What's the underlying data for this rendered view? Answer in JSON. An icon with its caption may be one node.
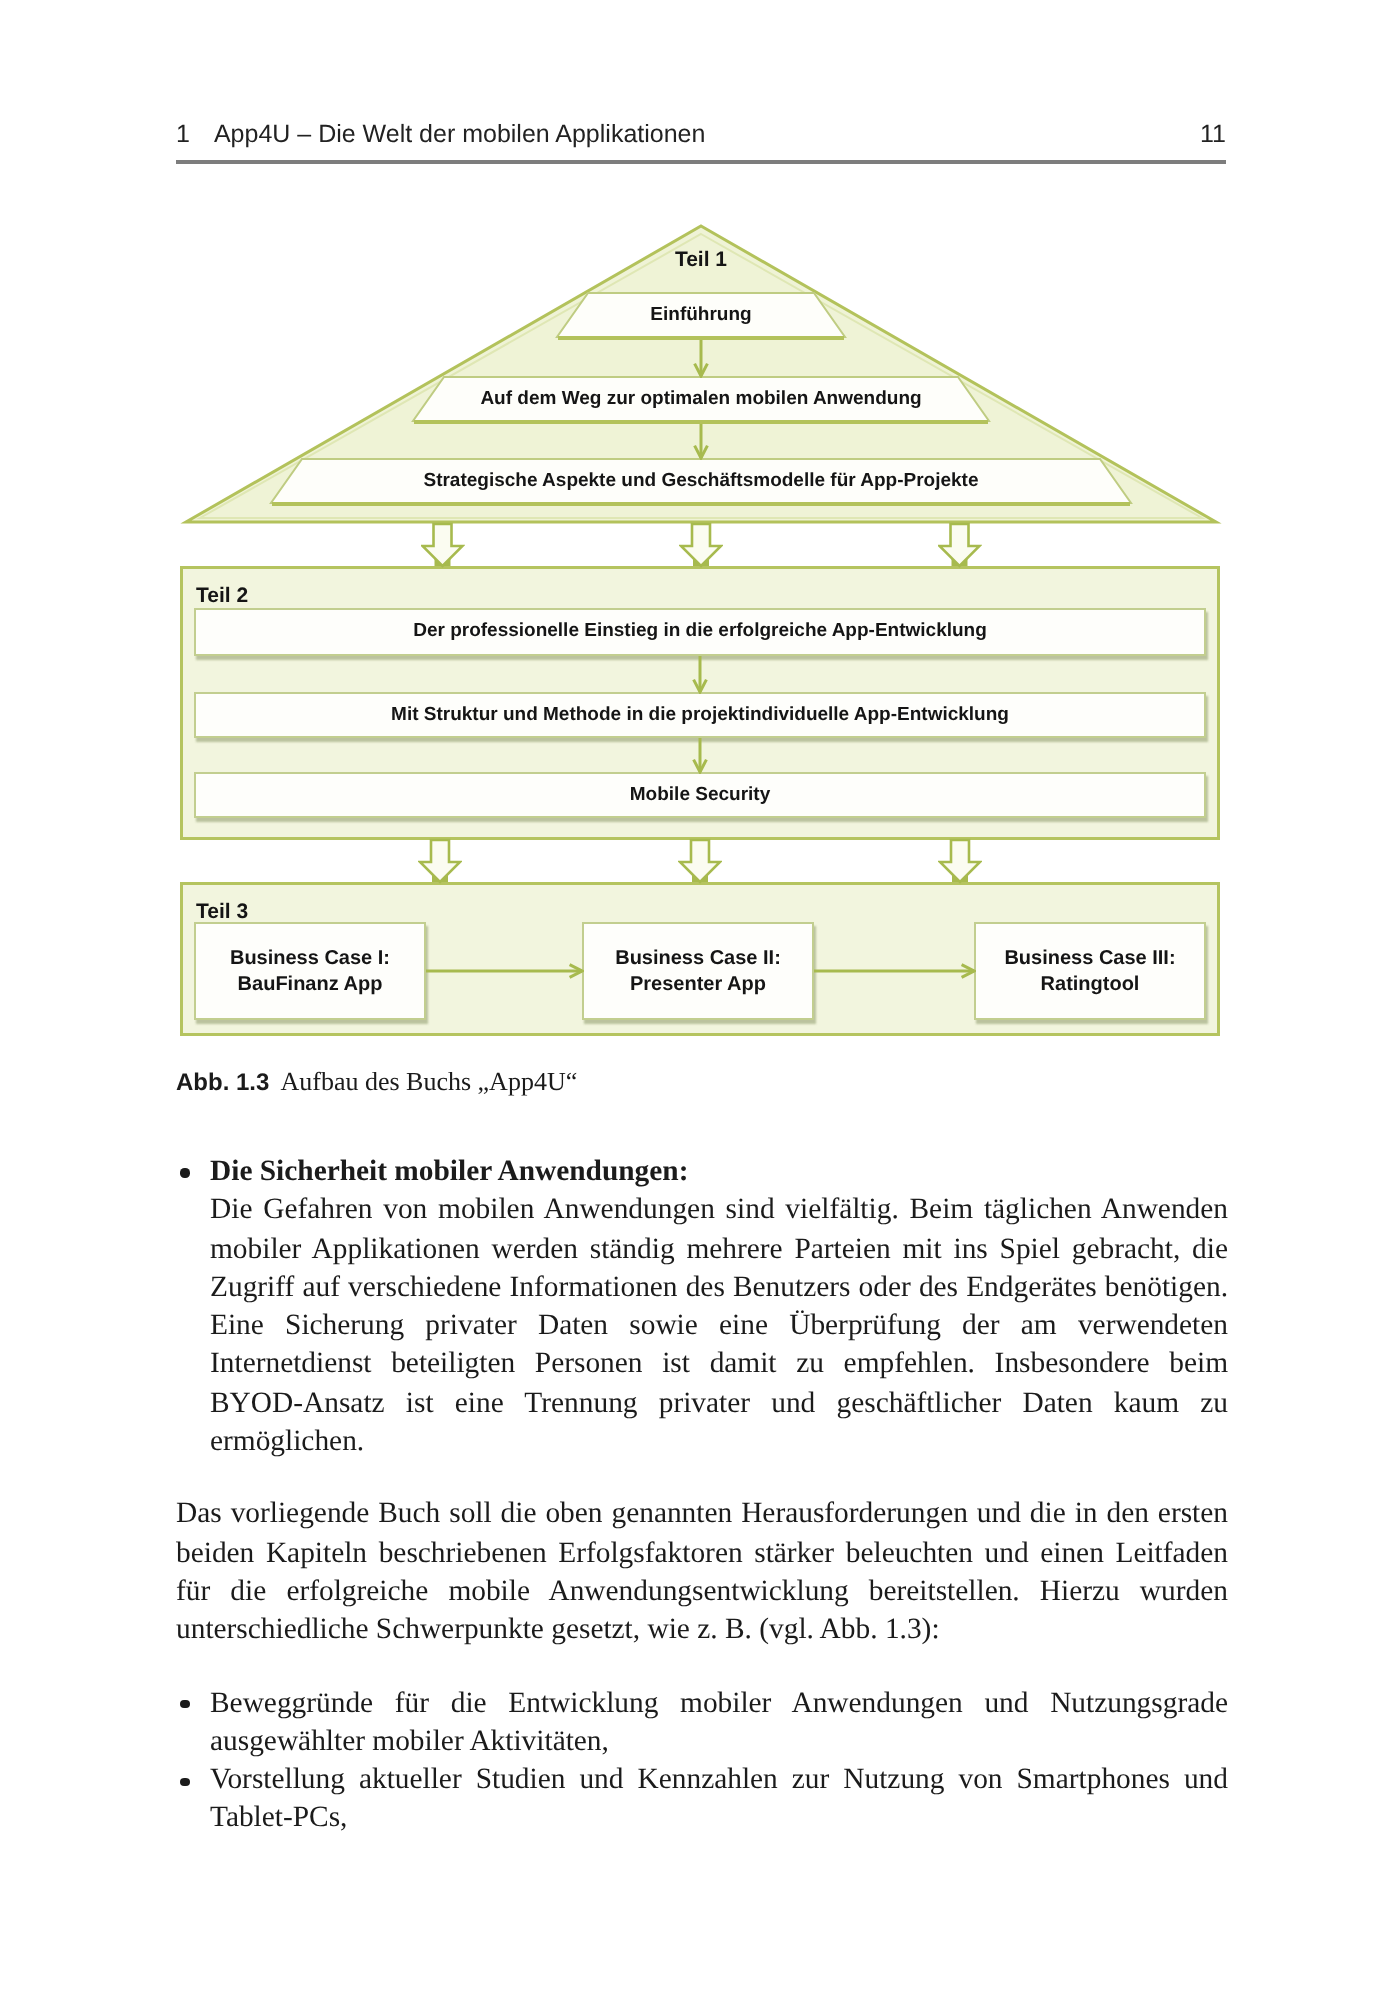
{
  "diagram": {
    "caption": "**Abb. 1.3** Aufbau des Buchs „App4U“",
    "nodes": [
      {
        "text": [
          "Teil 1"
        ]
      },
      {
        "text": [
          "Einführung"
        ],
        "in": 0
      },
      {
        "text": [
          "Auf dem Weg zur optimalen mobilen Anwendung"
        ],
        "in": 0
      },
      {
        "text": [
          "Strategische Aspekte und Geschäftsmodelle für App-Projekte"
        ],
        "in": 0
      },
      {
        "text": [
          "Teil 2"
        ]
      },
      {
        "text": [
          "Der professionelle Einstieg in die erfolgreiche App-Entwicklung"
        ],
        "in": 4
      },
      {
        "text": [
          "Mit Struktur und Methode in die projektindividuelle App-Entwicklung"
        ],
        "in": 4
      },
      {
        "text": [
          "Mobile Security"
        ],
        "in": 4
      },
      {
        "text": [
          "Teil 3"
        ]
      },
      {
        "text": [
          "Business Case I: BauFinanz App"
        ],
        "in": 8
      },
      {
        "text": [
          "Business Case II: Presenter App"
        ],
        "in": 8
      },
      {
        "text": [
          "Business Case III: Ratingtool"
        ],
        "in": 8
      }
    ],
    "edges": [
      {
        "from": 1,
        "to": 2,
        "arrow": "to"
      },
      {
        "from": 2,
        "to": 3,
        "arrow": "to"
      },
      {
        "from": 0,
        "to": 4,
        "arrow": "to",
        "style": "thick"
      },
      {
        "from": 0,
        "to": 4,
        "arrow": "to",
        "style": "thick"
      },
      {
        "from": 0,
        "to": 4,
        "arrow": "to",
        "style": "thick"
      },
      {
        "from": 5,
        "to": 6,
        "arrow": "to"
      },
      {
        "from": 6,
        "to": 7,
        "arrow": "to"
      },
      {
        "from": 4,
        "to": 8,
        "arrow": "to",
        "style": "thick"
      },
      {
        "from": 4,
        "to": 8,
        "arrow": "to",
        "style": "thick"
      },
      {
        "from": 4,
        "to": 8,
        "arrow": "to",
        "style": "thick"
      },
      {
        "from": 9,
        "to": 10,
        "arrow": "to"
      },
      {
        "from": 10,
        "to": 11,
        "arrow": "to"
      }
    ],
    "labels": [
      "1",
      "App4U – Die Welt der mobilen Applikationen",
      "11",
      "Die Sicherheit mobiler Anwendungen:",
      "Die Gefahren von mobilen Anwendungen sind vielfältig. Beim täglichen Anwenden mobiler Applikationen werden ständig mehrere Parteien mit ins Spiel gebracht, die Zugriff auf verschiedene Informationen des Benutzers oder des Endgerätes benötigen. Eine Sicherung privater Daten sowie eine Überprüfung der am verwendeten Internetdienst beteiligten Personen ist damit zu empfehlen. Insbesondere beim BYOD-Ansatz ist eine Trennung privater und geschäftlicher Daten kaum zu ermöglichen.",
      "Das vorliegende Buch soll die oben genannten Herausforderungen und die in den ersten beiden Kapiteln beschriebenen Erfolgsfaktoren stärker beleuchten und einen Leitfaden für die erfolgreiche mobile Anwendungsentwicklung bereitstellen. Hierzu wurden unterschiedliche Schwerpunkte gesetzt, wie z. B. (vgl. Abb. 1.3):",
      "Beweggründe für die Entwicklung mobiler Anwendungen und Nutzungsgrade ausgewählter mobiler Aktivitäten,",
      "Vorstellung aktueller Studien und Kennzahlen zur Nutzung von Smartphones und Tablet-PCs,"
    ]
  }
}
